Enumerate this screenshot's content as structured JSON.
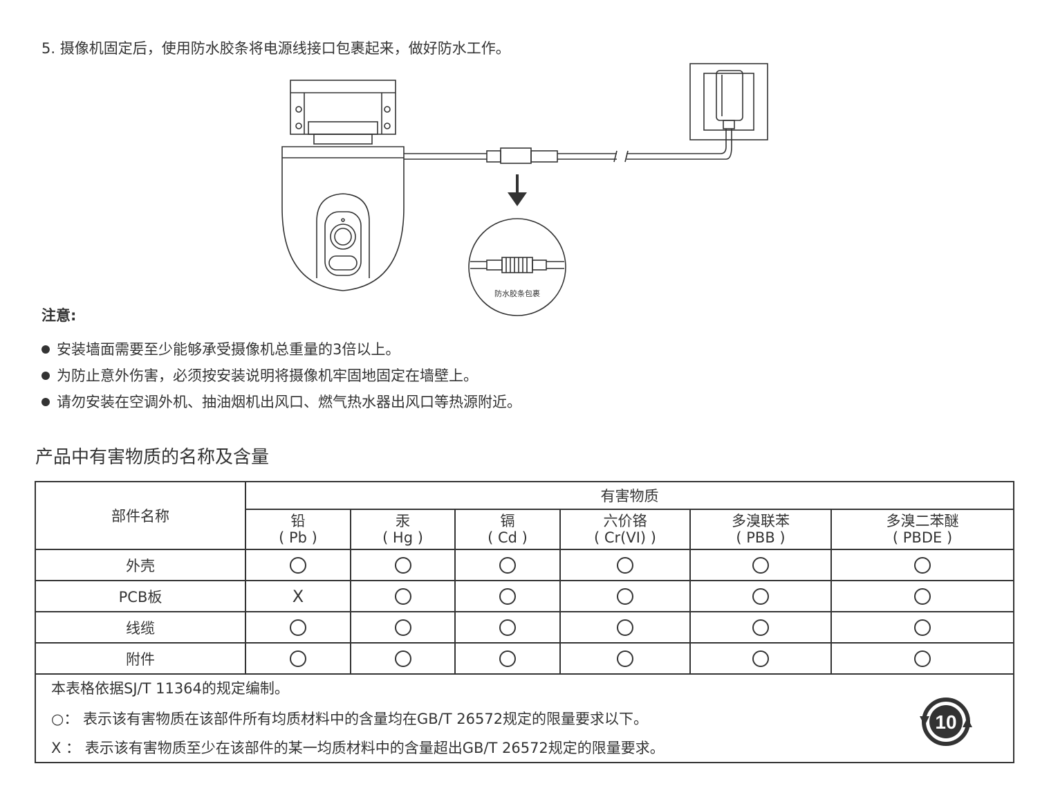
{
  "step": {
    "text": "5. 摄像机固定后，使用防水胶条将电源线接口包裹起来，做好防水工作。"
  },
  "illustration": {
    "callout_label": "防水胶条包裹"
  },
  "notes": {
    "heading": "注意:",
    "items": [
      "安装墙面需要至少能够承受摄像机总重量的3倍以上。",
      "为防止意外伤害，必须按安装说明将摄像机牢固地固定在墙壁上。",
      "请勿安装在空调外机、抽油烟机出风口、燃气热水器出风口等热源附近。"
    ]
  },
  "table": {
    "title": "产品中有害物质的名称及含量",
    "part_header": "部件名称",
    "group_header": "有害物质",
    "substances": [
      {
        "name": "铅",
        "symbol": "( Pb )"
      },
      {
        "name": "汞",
        "symbol": "( Hg )"
      },
      {
        "name": "镉",
        "symbol": "( Cd )"
      },
      {
        "name": "六价铬",
        "symbol": "( Cr(VI) )"
      },
      {
        "name": "多溴联苯",
        "symbol": "( PBB )"
      },
      {
        "name": "多溴二苯醚",
        "symbol": "( PBDE )"
      }
    ],
    "rows": [
      {
        "part": "外壳",
        "values": [
          "○",
          "○",
          "○",
          "○",
          "○",
          "○"
        ]
      },
      {
        "part": "PCB板",
        "values": [
          "X",
          "○",
          "○",
          "○",
          "○",
          "○"
        ]
      },
      {
        "part": "线缆",
        "values": [
          "○",
          "○",
          "○",
          "○",
          "○",
          "○"
        ]
      },
      {
        "part": "附件",
        "values": [
          "○",
          "○",
          "○",
          "○",
          "○",
          "○"
        ]
      }
    ],
    "footnotes": [
      "本表格依据SJ/T 11364的规定编制。",
      "○：  表示该有害物质在该部件所有均质材料中的含量均在GB/T 26572规定的限量要求以下。",
      " X ：  表示该有害物质至少在该部件的某一均质材料中的含量超出GB/T 26572规定的限量要求。"
    ],
    "logo_number": "10"
  }
}
